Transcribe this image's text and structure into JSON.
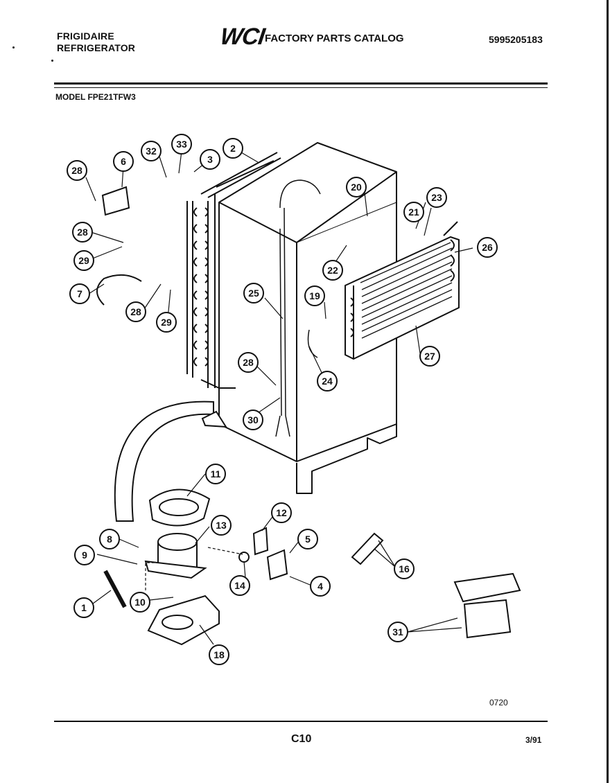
{
  "header": {
    "brand_line1": "FRIGIDAIRE",
    "brand_line2": "REFRIGERATOR",
    "logo": "WCI",
    "catalog_title": "FACTORY PARTS CATALOG",
    "part_number": "5995205183",
    "model": "MODEL FPE21TFW3"
  },
  "footer": {
    "drawing_code": "0720",
    "page_code": "C10",
    "date_code": "3/91"
  },
  "callouts": [
    "28",
    "6",
    "32",
    "33",
    "3",
    "2",
    "20",
    "23",
    "21",
    "26",
    "28",
    "29",
    "7",
    "28",
    "29",
    "22",
    "25",
    "19",
    "27",
    "24",
    "28",
    "30",
    "11",
    "12",
    "13",
    "8",
    "5",
    "9",
    "14",
    "4",
    "16",
    "1",
    "10",
    "31",
    "18"
  ]
}
